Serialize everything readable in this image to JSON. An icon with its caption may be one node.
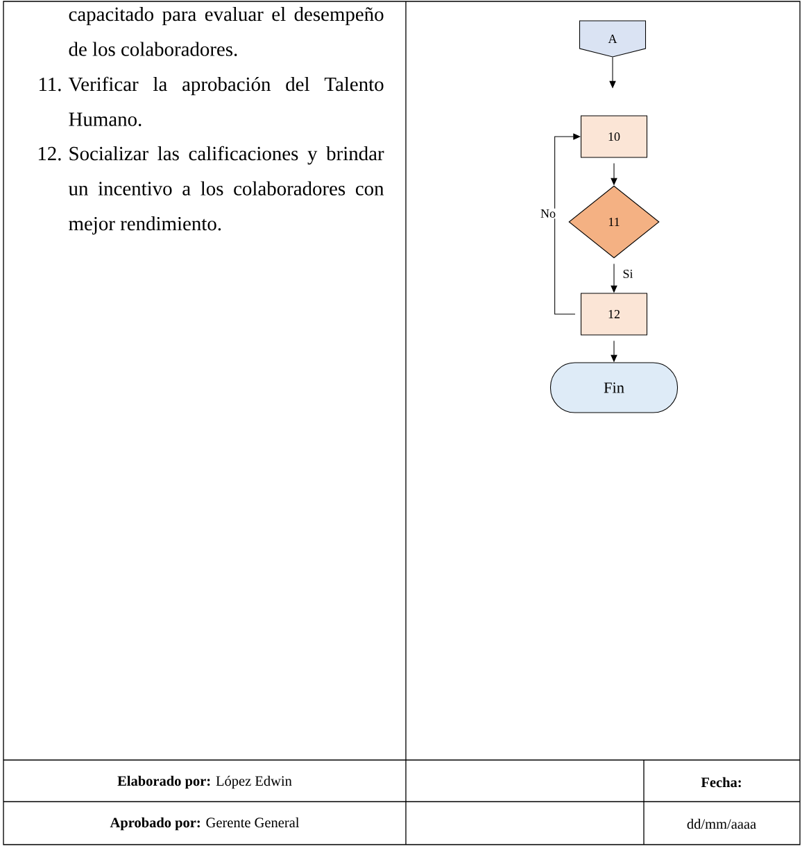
{
  "diagram": {
    "nodes": [
      {
        "text": [
          "A"
        ]
      },
      {
        "text": [
          "10"
        ]
      },
      {
        "text": [
          "11"
        ]
      },
      {
        "text": [
          "12"
        ]
      },
      {
        "text": [
          "Fin"
        ]
      }
    ],
    "edges": [
      {
        "from": 0,
        "to": null,
        "arrow": "to"
      },
      {
        "from": 1,
        "to": 2,
        "arrow": "to"
      },
      {
        "from": 2,
        "to": 3,
        "arrow": "to",
        "label": "Si"
      },
      {
        "from": 3,
        "to": 1,
        "arrow": "to",
        "label": "No"
      },
      {
        "from": 3,
        "to": 4,
        "arrow": "to"
      }
    ],
    "labels": [
      "capacitado para evaluar el desempeño de los colaboradores.",
      "11.",
      "Verificar la aprobación del Talento Humano.",
      "12.",
      "Socializar las calificaciones y brindar un incentivo a los colaboradores con mejor rendimiento.",
      "**Elaborado por:** López Edwin",
      "Fecha:",
      "**Aprobado por:** Gerente General",
      "dd/mm/aaaa"
    ]
  }
}
